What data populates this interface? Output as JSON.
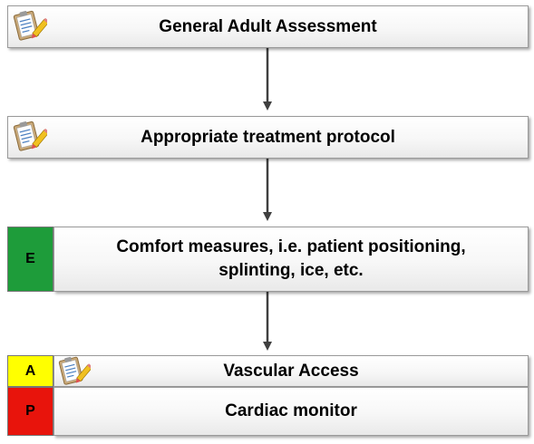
{
  "steps": [
    {
      "text": "General Adult Assessment",
      "icon": "clipboard-pencil-icon"
    },
    {
      "text": "Appropriate treatment protocol",
      "icon": "clipboard-pencil-icon"
    },
    {
      "text": "Comfort measures, i.e. patient positioning, splinting, ice, etc.",
      "badge": "E",
      "badge_color": "#1e9c3a"
    },
    {
      "text": "Vascular Access",
      "badge": "A",
      "badge_color": "#ffff00",
      "icon": "clipboard-pencil-icon"
    },
    {
      "text": "Cardiac monitor",
      "badge": "P",
      "badge_color": "#e8140c"
    }
  ],
  "colors": {
    "arrow": "#404040",
    "box_border": "#9a9a9a"
  }
}
